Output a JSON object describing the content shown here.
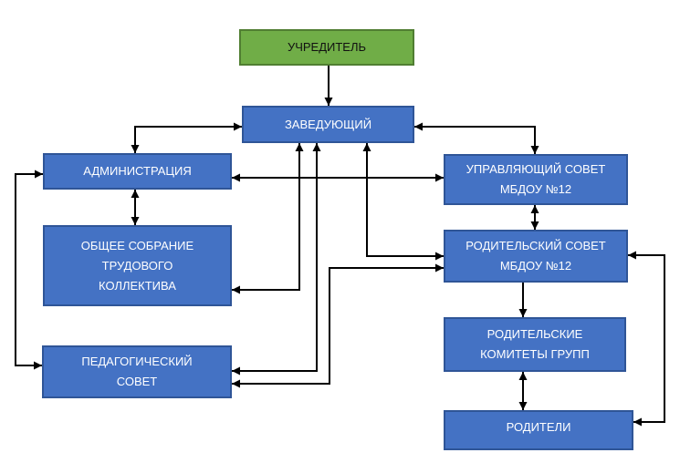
{
  "diagram": {
    "title": "Структура управления МБДОУ №12",
    "colors": {
      "node_fill": "#4472C4",
      "node_border": "#2F5597",
      "founder_fill": "#70AD47",
      "founder_border": "#507E32",
      "connector": "#000000"
    },
    "nodes": {
      "founder": "УЧРЕДИТЕЛЬ",
      "head": "ЗАВЕДУЮЩИЙ",
      "admin": "АДМИНИСТРАЦИЯ",
      "general_meeting": "ОБЩЕЕ СОБРАНИЕ\nТРУДОВОГО\nКОЛЛЕКТИВА",
      "pedagogical_council": "ПЕДАГОГИЧЕСКИЙ\nСОВЕТ",
      "governing_council": "УПРАВЛЯЮЩИЙ СОВЕТ\nМБДОУ №12",
      "parent_council": "РОДИТЕЛЬСКИЙ СОВЕТ\nМБДОУ №12",
      "group_committees": "РОДИТЕЛЬСКИЕ\nКОМИТЕТЫ ГРУПП",
      "parents": "РОДИТЕЛИ"
    },
    "edges": [
      {
        "from": "founder",
        "to": "head",
        "direction": "one-way"
      },
      {
        "from": "head",
        "to": "admin",
        "direction": "bidirectional"
      },
      {
        "from": "head",
        "to": "governing_council",
        "direction": "bidirectional"
      },
      {
        "from": "admin",
        "to": "governing_council",
        "direction": "bidirectional"
      },
      {
        "from": "admin",
        "to": "general_meeting",
        "direction": "bidirectional"
      },
      {
        "from": "head",
        "to": "general_meeting",
        "direction": "bidirectional"
      },
      {
        "from": "head",
        "to": "pedagogical_council",
        "direction": "bidirectional"
      },
      {
        "from": "head",
        "to": "parent_council",
        "direction": "bidirectional"
      },
      {
        "from": "parent_council",
        "to": "pedagogical_council",
        "direction": "bidirectional"
      },
      {
        "from": "admin",
        "to": "pedagogical_council",
        "direction": "bidirectional"
      },
      {
        "from": "governing_council",
        "to": "parent_council",
        "direction": "bidirectional"
      },
      {
        "from": "parent_council",
        "to": "group_committees",
        "direction": "one-way"
      },
      {
        "from": "group_committees",
        "to": "parents",
        "direction": "bidirectional"
      },
      {
        "from": "parent_council",
        "to": "parents",
        "direction": "bidirectional"
      }
    ]
  }
}
